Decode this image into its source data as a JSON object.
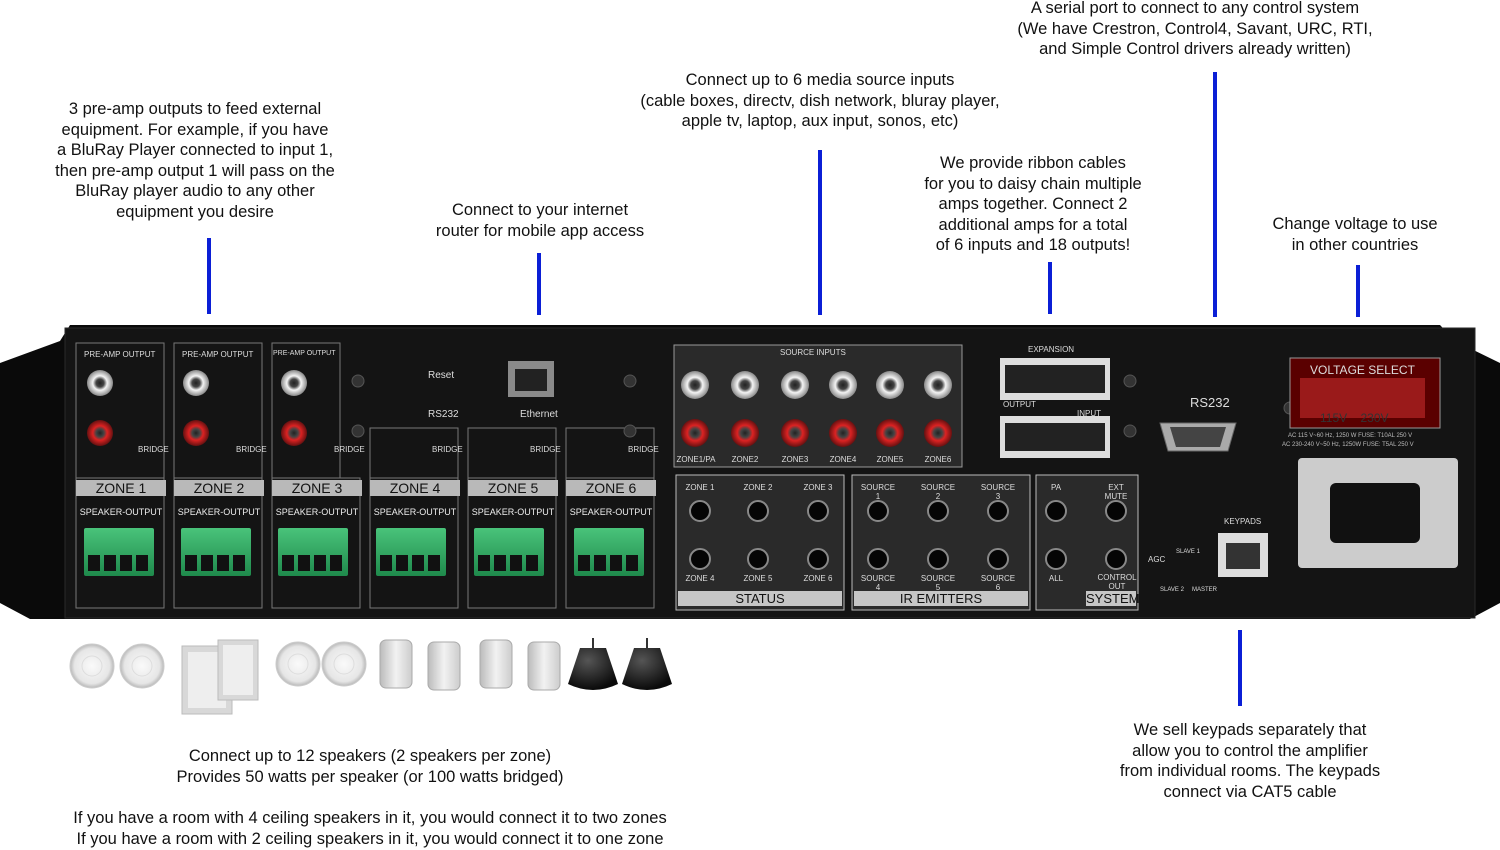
{
  "callouts": {
    "serial": [
      "A serial port to connect to any control system",
      "(We have Crestron, Control4, Savant, URC, RTI,",
      "and Simple Control drivers already written)"
    ],
    "media": [
      "Connect up to 6 media source inputs",
      "(cable boxes, directv, dish network, bluray player,",
      "apple tv, laptop, aux input, sonos, etc)"
    ],
    "preamp": [
      "3 pre-amp outputs to feed external",
      "equipment. For example, if you have",
      "a BluRay Player connected to input 1,",
      "then pre-amp output 1 will pass on the",
      "BluRay player audio to any other",
      "equipment you desire"
    ],
    "ribbon": [
      "We provide ribbon cables",
      "for you to daisy chain multiple",
      "amps together. Connect 2",
      "additional amps for a total",
      "of 6 inputs and 18 outputs!"
    ],
    "internet": [
      "Connect to your internet",
      "router for mobile app access"
    ],
    "voltage": [
      "Change voltage to use",
      "in other countries"
    ],
    "speakers": [
      "Connect up to 12 speakers (2 speakers per zone)",
      "Provides 50 watts per speaker (or 100 watts bridged)"
    ],
    "zones": [
      "If you have a room with 4 ceiling speakers in it, you would connect it to two zones",
      "If you have a room with 2 ceiling speakers in it, you would connect it to one zone"
    ],
    "keypads": [
      "We sell keypads separately that",
      "allow you to control the amplifier",
      "from individual rooms. The keypads",
      "connect via CAT5 cable"
    ]
  },
  "panel": {
    "preamp_label": "PRE-AMP OUTPUT",
    "zones": [
      "ZONE 1",
      "ZONE 2",
      "ZONE 3",
      "ZONE 4",
      "ZONE 5",
      "ZONE 6"
    ],
    "speaker_output": "SPEAKER-OUTPUT",
    "bridge": "BRIDGE",
    "reset": "Reset",
    "rs232_small": "RS232",
    "ethernet": "Ethernet",
    "source_inputs": "SOURCE INPUTS",
    "source_names": [
      "ZONE1/PA",
      "ZONE2",
      "ZONE3",
      "ZONE4",
      "ZONE5",
      "ZONE6"
    ],
    "expansion": "EXPANSION",
    "output": "OUTPUT",
    "input": "INPUT",
    "rs232": "RS232",
    "voltage_select": "VOLTAGE SELECT",
    "voltage_options": "115V    230V",
    "ac_line1": "AC 115 V~60 Hz, 1250 W FUSE: T10AL 250 V",
    "ac_line2": "AC 230-240 V~50 Hz, 1250W FUSE: T5AL 250 V",
    "status_zones": [
      "ZONE 1",
      "ZONE 2",
      "ZONE 3",
      "ZONE 4",
      "ZONE 5",
      "ZONE 6"
    ],
    "ir_sources": [
      "SOURCE 1",
      "SOURCE 2",
      "SOURCE 3",
      "SOURCE 4",
      "SOURCE 5",
      "SOURCE 6"
    ],
    "system_labels": [
      "PA",
      "EXT MUTE",
      "ALL",
      "CONTROL OUT"
    ],
    "status": "STATUS",
    "ir_emitters": "IR EMITTERS",
    "system": "SYSTEM",
    "keypads": "KEYPADS",
    "agc": "AGC",
    "slave1": "SLAVE 1",
    "slave2": "SLAVE 2",
    "master": "MASTER"
  }
}
